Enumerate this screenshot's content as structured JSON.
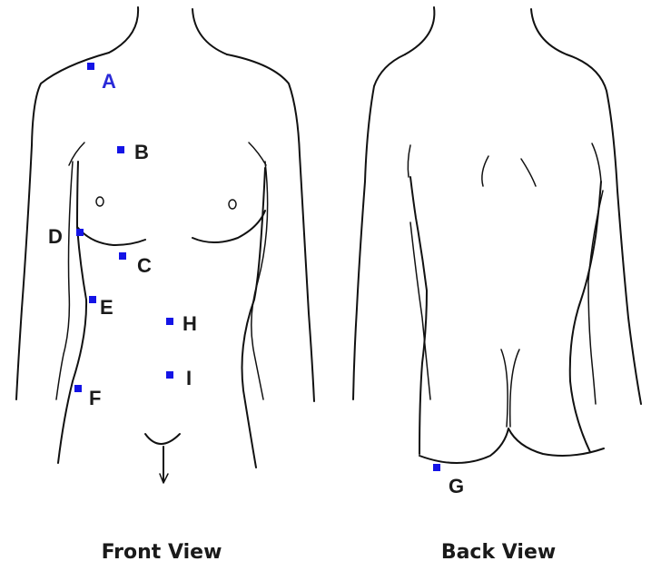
{
  "captions": {
    "front": "Front View",
    "back": "Back View"
  },
  "colors": {
    "marker": "#1414e6",
    "label_blue": "#2a2ad8",
    "label_black": "#1a1a1a",
    "outline": "#111111"
  },
  "points": [
    {
      "id": "A",
      "label": "A",
      "view": "front",
      "label_color": "blue"
    },
    {
      "id": "B",
      "label": "B",
      "view": "front",
      "label_color": "black"
    },
    {
      "id": "C",
      "label": "C",
      "view": "front",
      "label_color": "black"
    },
    {
      "id": "D",
      "label": "D",
      "view": "front",
      "label_color": "black"
    },
    {
      "id": "E",
      "label": "E",
      "view": "front",
      "label_color": "black"
    },
    {
      "id": "F",
      "label": "F",
      "view": "front",
      "label_color": "black"
    },
    {
      "id": "G",
      "label": "G",
      "view": "back",
      "label_color": "black"
    },
    {
      "id": "H",
      "label": "H",
      "view": "front",
      "label_color": "black"
    },
    {
      "id": "I",
      "label": "I",
      "view": "front",
      "label_color": "black"
    }
  ]
}
